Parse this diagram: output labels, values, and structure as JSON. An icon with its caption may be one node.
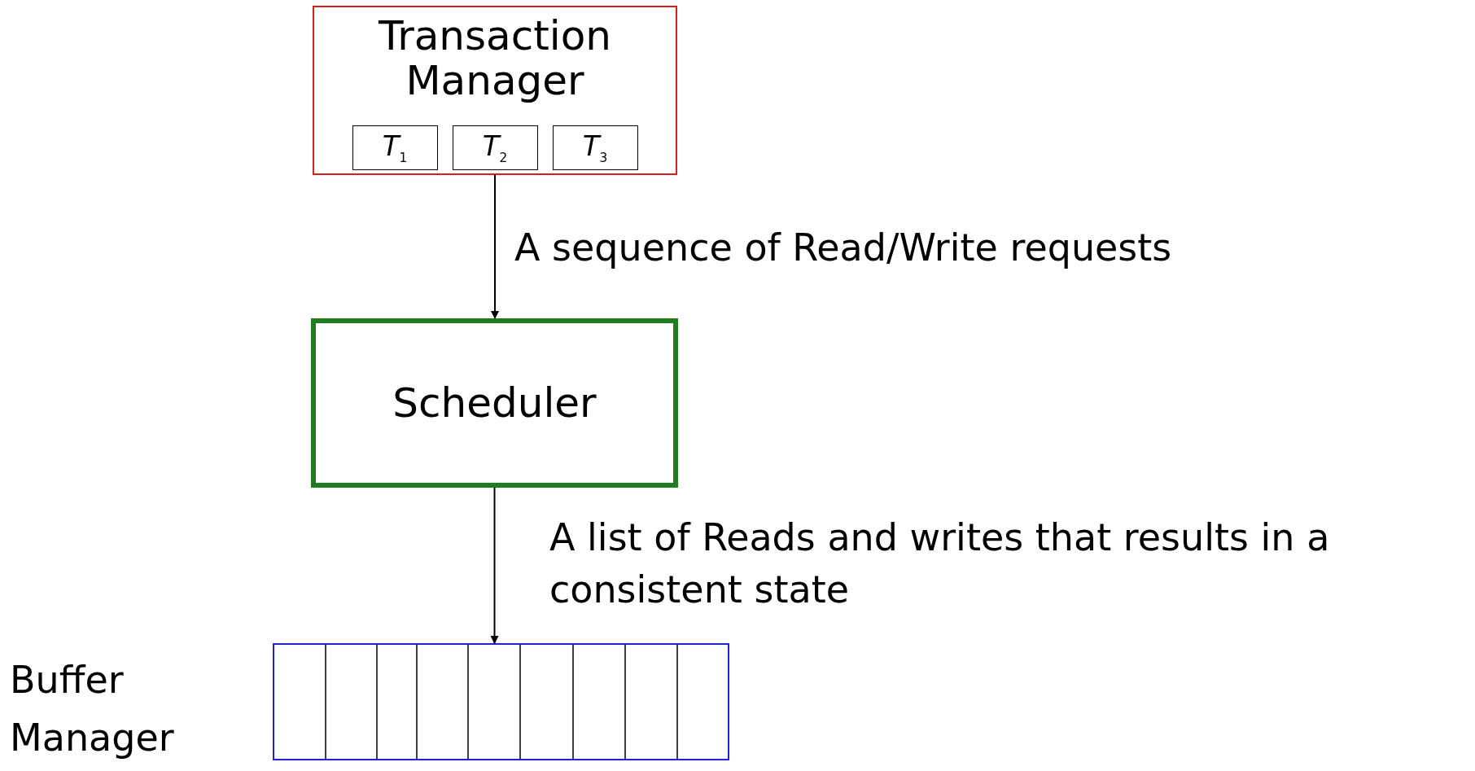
{
  "diagram": {
    "nodes": [
      {
        "text": [
          "Transaction Manager"
        ]
      },
      {
        "text": [
          "*T*$_{1}$"
        ],
        "in": 0
      },
      {
        "text": [
          "*T*$_{2}$"
        ],
        "in": 0
      },
      {
        "text": [
          "*T*$_{3}$"
        ],
        "in": 0
      },
      {
        "text": [
          "Scheduler"
        ]
      },
      {
        "text": [],
        "shape": "box",
        "beside": [
          "Buffer Manager"
        ]
      }
    ],
    "edges": [
      {
        "from": 0,
        "to": 4,
        "arrow": "to",
        "label": "A sequence of Read/Write requests"
      },
      {
        "from": 4,
        "to": 5,
        "arrow": "to",
        "label": "A list of Reads and writes that results in a consistent state"
      }
    ]
  }
}
